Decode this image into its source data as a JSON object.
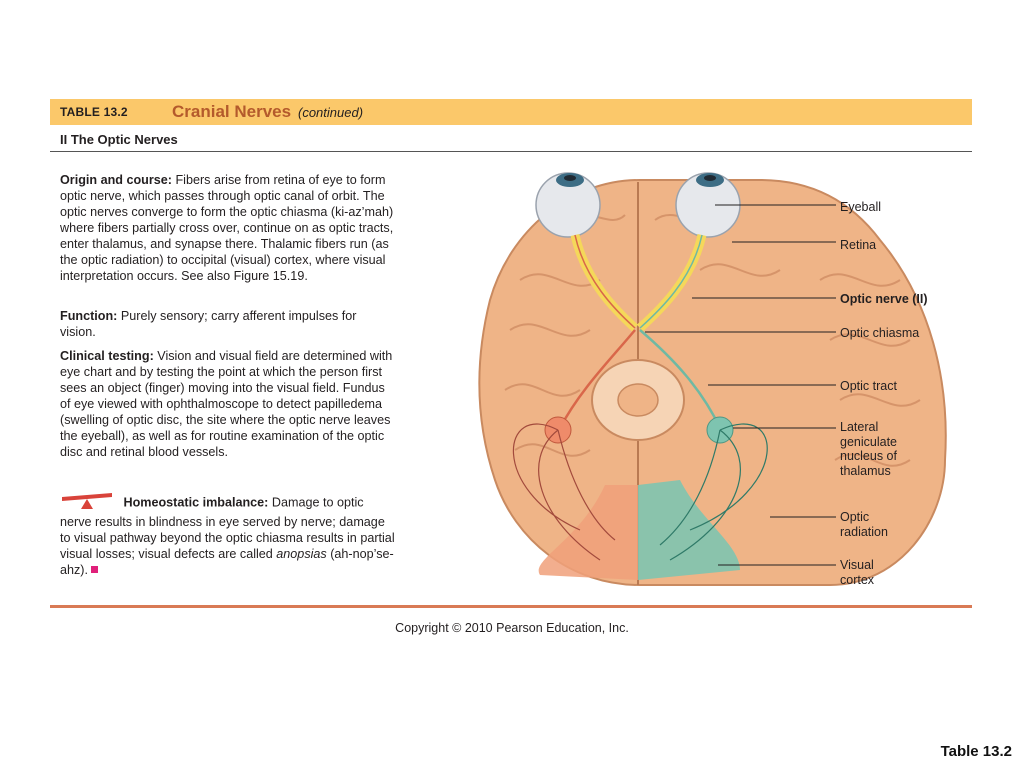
{
  "header": {
    "table_number": "TABLE 13.2",
    "title": "Cranial Nerves",
    "title_suffix": "(continued)"
  },
  "section": {
    "title": "II  The Optic Nerves"
  },
  "origin": {
    "label": "Origin and course:",
    "text": "Fibers arise from retina of eye to form optic nerve, which passes through optic canal of orbit. The optic nerves converge to form the optic chiasma (ki-az’mah) where fibers partially cross over, continue on as optic tracts, enter thalamus, and synapse there. Thalamic fibers run (as the optic radiation) to occipital (visual) cortex, where visual interpretation occurs. See also Figure 15.19."
  },
  "function": {
    "label": "Function:",
    "text": "Purely sensory; carry afferent impulses for vision."
  },
  "clinical": {
    "label": "Clinical testing:",
    "text": "Vision and visual field are determined with eye chart and by testing the point at which the person first sees an object (finger) moving into the visual field. Fundus of eye viewed with ophthalmoscope to detect papilledema (swelling of optic disc, the site where the optic nerve leaves the eyeball), as well as for routine examination of the optic disc and retinal blood vessels."
  },
  "imbalance": {
    "label": "Homeostatic imbalance:",
    "text_before": "Damage to optic nerve results in blindness in eye served by nerve; damage to visual pathway beyond the optic chiasma results in partial visual losses; visual defects are called",
    "term": "anopsias",
    "text_after": "(ah-nop’se-ahz)."
  },
  "diagram": {
    "labels": {
      "eyeball": "Eyeball",
      "retina": "Retina",
      "optic_nerve": "Optic nerve (II)",
      "optic_chiasma": "Optic chiasma",
      "optic_tract": "Optic tract",
      "lgn_1": "Lateral",
      "lgn_2": "geniculate",
      "lgn_3": "nucleus of",
      "lgn_4": "thalamus",
      "radiation_1": "Optic",
      "radiation_2": "radiation",
      "cortex_1": "Visual",
      "cortex_2": "cortex"
    },
    "colors": {
      "brain": "#efb487",
      "left_pathway": "#d9674a",
      "right_pathway": "#6fb9a3",
      "optic_nerve": "#f5d85a"
    }
  },
  "copyright": "Copyright © 2010 Pearson Education, Inc.",
  "footer_label": "Table 13.2"
}
